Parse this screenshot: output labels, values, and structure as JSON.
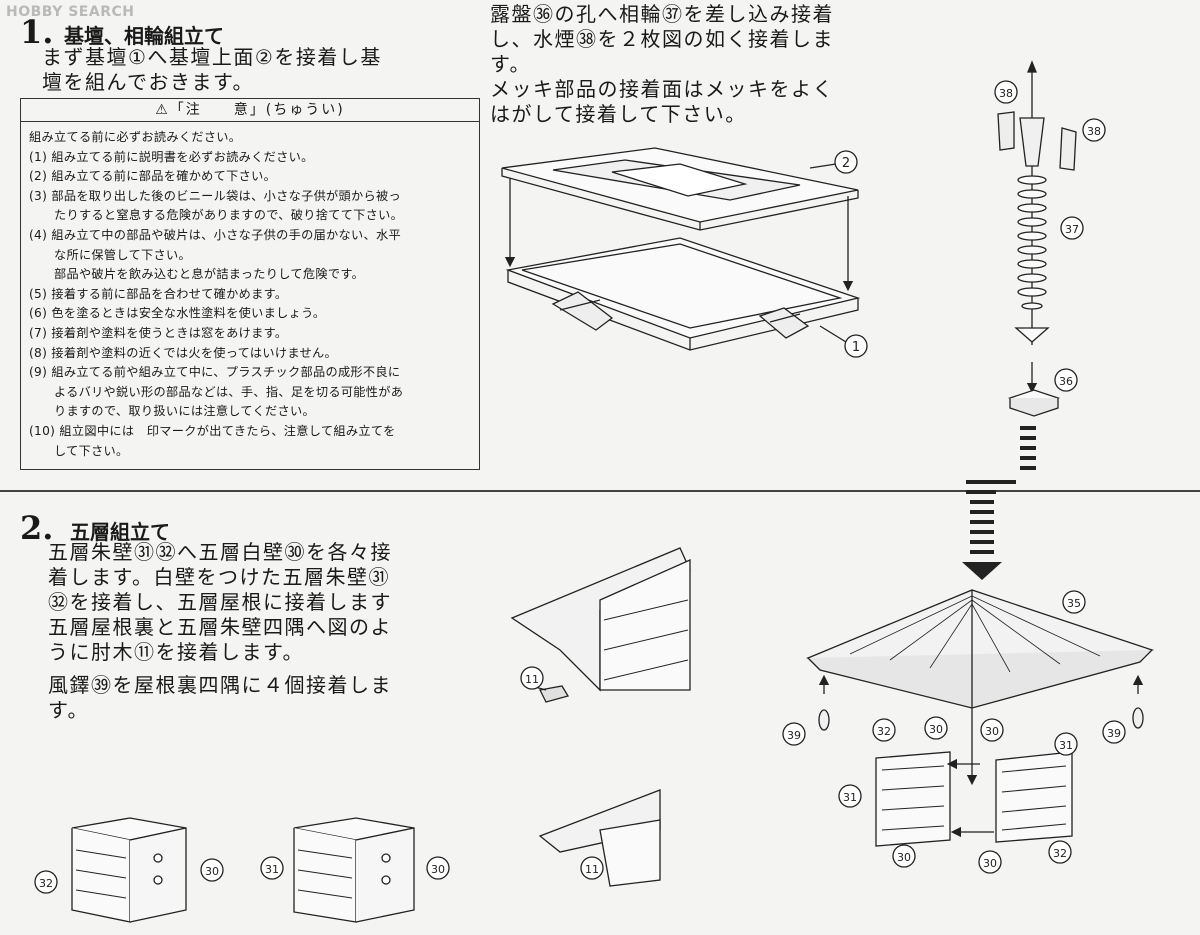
{
  "watermark": "HOBBY SEARCH",
  "step1": {
    "number": "1.",
    "title": "基壇、相輪組立て",
    "lines": [
      "まず基壇①へ基壇上面②を接着し基",
      "壇を組んでおきます。"
    ]
  },
  "caution": {
    "title": "⚠「注　　意」(ちゅうい)",
    "lines": [
      "組み立てる前に必ずお読みください。",
      "(1) 組み立てる前に説明書を必ずお読みください。",
      "(2) 組み立てる前に部品を確かめて下さい。",
      "(3) 部品を取り出した後のビニール袋は、小さな子供が頭から被っ",
      "　　たりすると窒息する危険がありますので、破り捨てて下さい。",
      "(4) 組み立て中の部品や破片は、小さな子供の手の届かない、水平",
      "　　な所に保管して下さい。",
      "　　部品や破片を飲み込むと息が詰まったりして危険です。",
      "(5) 接着する前に部品を合わせて確かめます。",
      "(6) 色を塗るときは安全な水性塗料を使いましょう。",
      "(7) 接着剤や塗料を使うときは窓をあけます。",
      "(8) 接着剤や塗料の近くでは火を使ってはいけません。",
      "(9) 組み立てる前や組み立て中に、プラスチック部品の成形不良に",
      "　　よるバリや鋭い形の部品などは、手、指、足を切る可能性があ",
      "　　りますので、取り扱いには注意してください。",
      "(10) 組立図中には　印マークが出てきたら、注意して組み立てを",
      "　　して下さい。"
    ]
  },
  "step1_right": {
    "lines": [
      "露盤㊱の孔へ相輪㊲を差し込み接着",
      "し、水煙㊳を２枚図の如く接着しま",
      "す。",
      "メッキ部品の接着面はメッキをよく",
      "はがして接着して下さい。"
    ]
  },
  "step2": {
    "number": "2.",
    "title": "五層組立て",
    "lines": [
      "五層朱壁㉛㉜へ五層白壁㉚を各々接",
      "着します。白壁をつけた五層朱壁㉛",
      "㉜を接着し、五層屋根に接着します",
      "五層屋根裏と五層朱壁四隅へ図のよ",
      "うに肘木⑪を接着します。"
    ],
    "lines2": [
      "風鐸㊴を屋根裏四隅に４個接着しま",
      "す。"
    ]
  },
  "callouts": {
    "p1": "1",
    "p2": "2",
    "p11": "11",
    "p30": "30",
    "p31": "31",
    "p32": "32",
    "p35": "35",
    "p36": "36",
    "p37": "37",
    "p38": "38",
    "p39": "39"
  }
}
